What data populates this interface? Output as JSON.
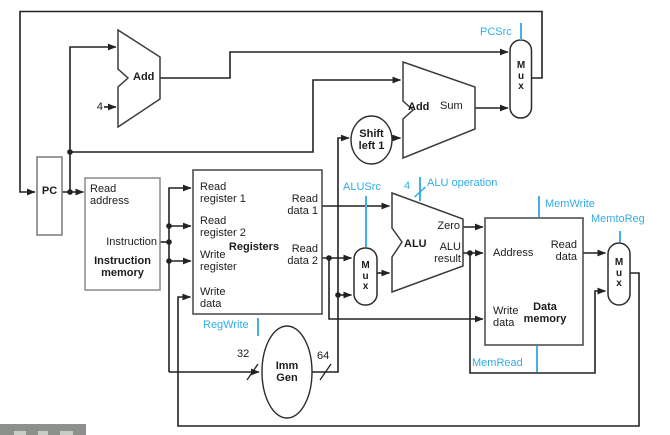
{
  "diagram": {
    "pc": "PC",
    "instruction_memory": {
      "read_address": "Read address",
      "instruction": "Instruction",
      "title": "Instruction memory"
    },
    "pc_adder": {
      "label": "Add",
      "constant": "4"
    },
    "branch_adder": {
      "label": "Add",
      "sum": "Sum"
    },
    "shift_left": "Shift left 1",
    "registers": {
      "title": "Registers",
      "read_register_1": "Read register 1",
      "read_register_2": "Read register 2",
      "write_register": "Write register",
      "write_data": "Write data",
      "read_data_1": "Read data 1",
      "read_data_2": "Read data 2"
    },
    "imm_gen": {
      "label": "Imm Gen",
      "input_width": "32",
      "output_width": "64"
    },
    "alu": {
      "label": "ALU",
      "zero": "Zero",
      "result": "ALU result"
    },
    "data_memory": {
      "title": "Data memory",
      "address": "Address",
      "read_data": "Read data",
      "write_data": "Write data"
    },
    "mux": {
      "l1": "M",
      "l2": "u",
      "l3": "x"
    }
  },
  "control_signals": {
    "pcsrc": "PCSrc",
    "regwrite": "RegWrite",
    "alusrc": "ALUSrc",
    "alu_operation": "ALU operation",
    "alu_operation_width": "4",
    "memwrite": "MemWrite",
    "memread": "MemRead",
    "memtoreg": "MemtoReg"
  },
  "colors": {
    "control": "#31ade8",
    "wire": "#222222"
  }
}
